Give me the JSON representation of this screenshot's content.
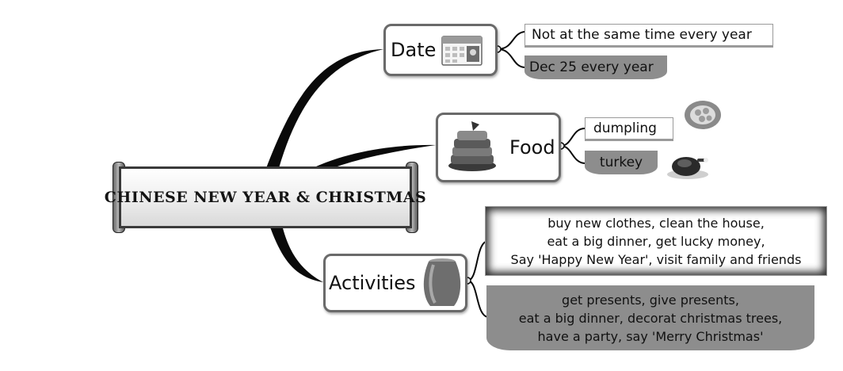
{
  "central": {
    "title": "CHINESE NEW YEAR & CHRISTMAS"
  },
  "topics": [
    {
      "label": "Date",
      "icon": "calendar-icon",
      "items": [
        "Not at the same time every year",
        "Dec 25 every year"
      ]
    },
    {
      "label": "Food",
      "icon": "food-stack-icon",
      "items": [
        "dumpling",
        "turkey"
      ],
      "item_icons": [
        "dumpling-plate-icon",
        "roast-turkey-icon"
      ]
    },
    {
      "label": "Activities",
      "icon": "vase-icon",
      "items": [
        {
          "lines": [
            "buy new clothes, clean the house,",
            "eat a big dinner, get lucky money,",
            "Say 'Happy New Year', visit family and friends"
          ]
        },
        {
          "lines": [
            "get presents, give presents,",
            "eat a big dinner, decorat christmas trees,",
            "have a party, say 'Merry Christmas'"
          ]
        }
      ]
    }
  ],
  "colors": {
    "line": "#0a0a0a",
    "box_border": "#6a6a6a",
    "shade": "#8d8d8d"
  }
}
